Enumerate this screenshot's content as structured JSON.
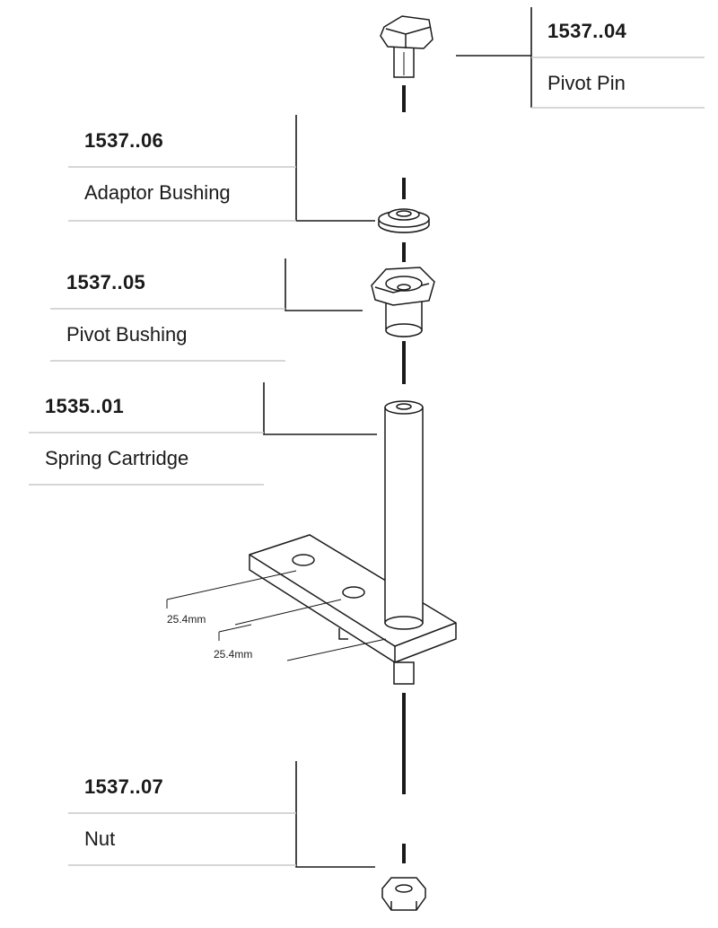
{
  "parts": [
    {
      "part_number": "1537..04",
      "name": "Pivot Pin"
    },
    {
      "part_number": "1537..06",
      "name": "Adaptor Bushing"
    },
    {
      "part_number": "1537..05",
      "name": "Pivot Bushing"
    },
    {
      "part_number": "1535..01",
      "name": "Spring Cartridge"
    },
    {
      "part_number": "1537..07",
      "name": "Nut"
    }
  ],
  "dimensions": [
    "25.4mm",
    "25.4mm"
  ],
  "colors": {
    "line": "#1a1a1a",
    "divider": "#c8c8c8",
    "part_fill": "#ffffff"
  }
}
